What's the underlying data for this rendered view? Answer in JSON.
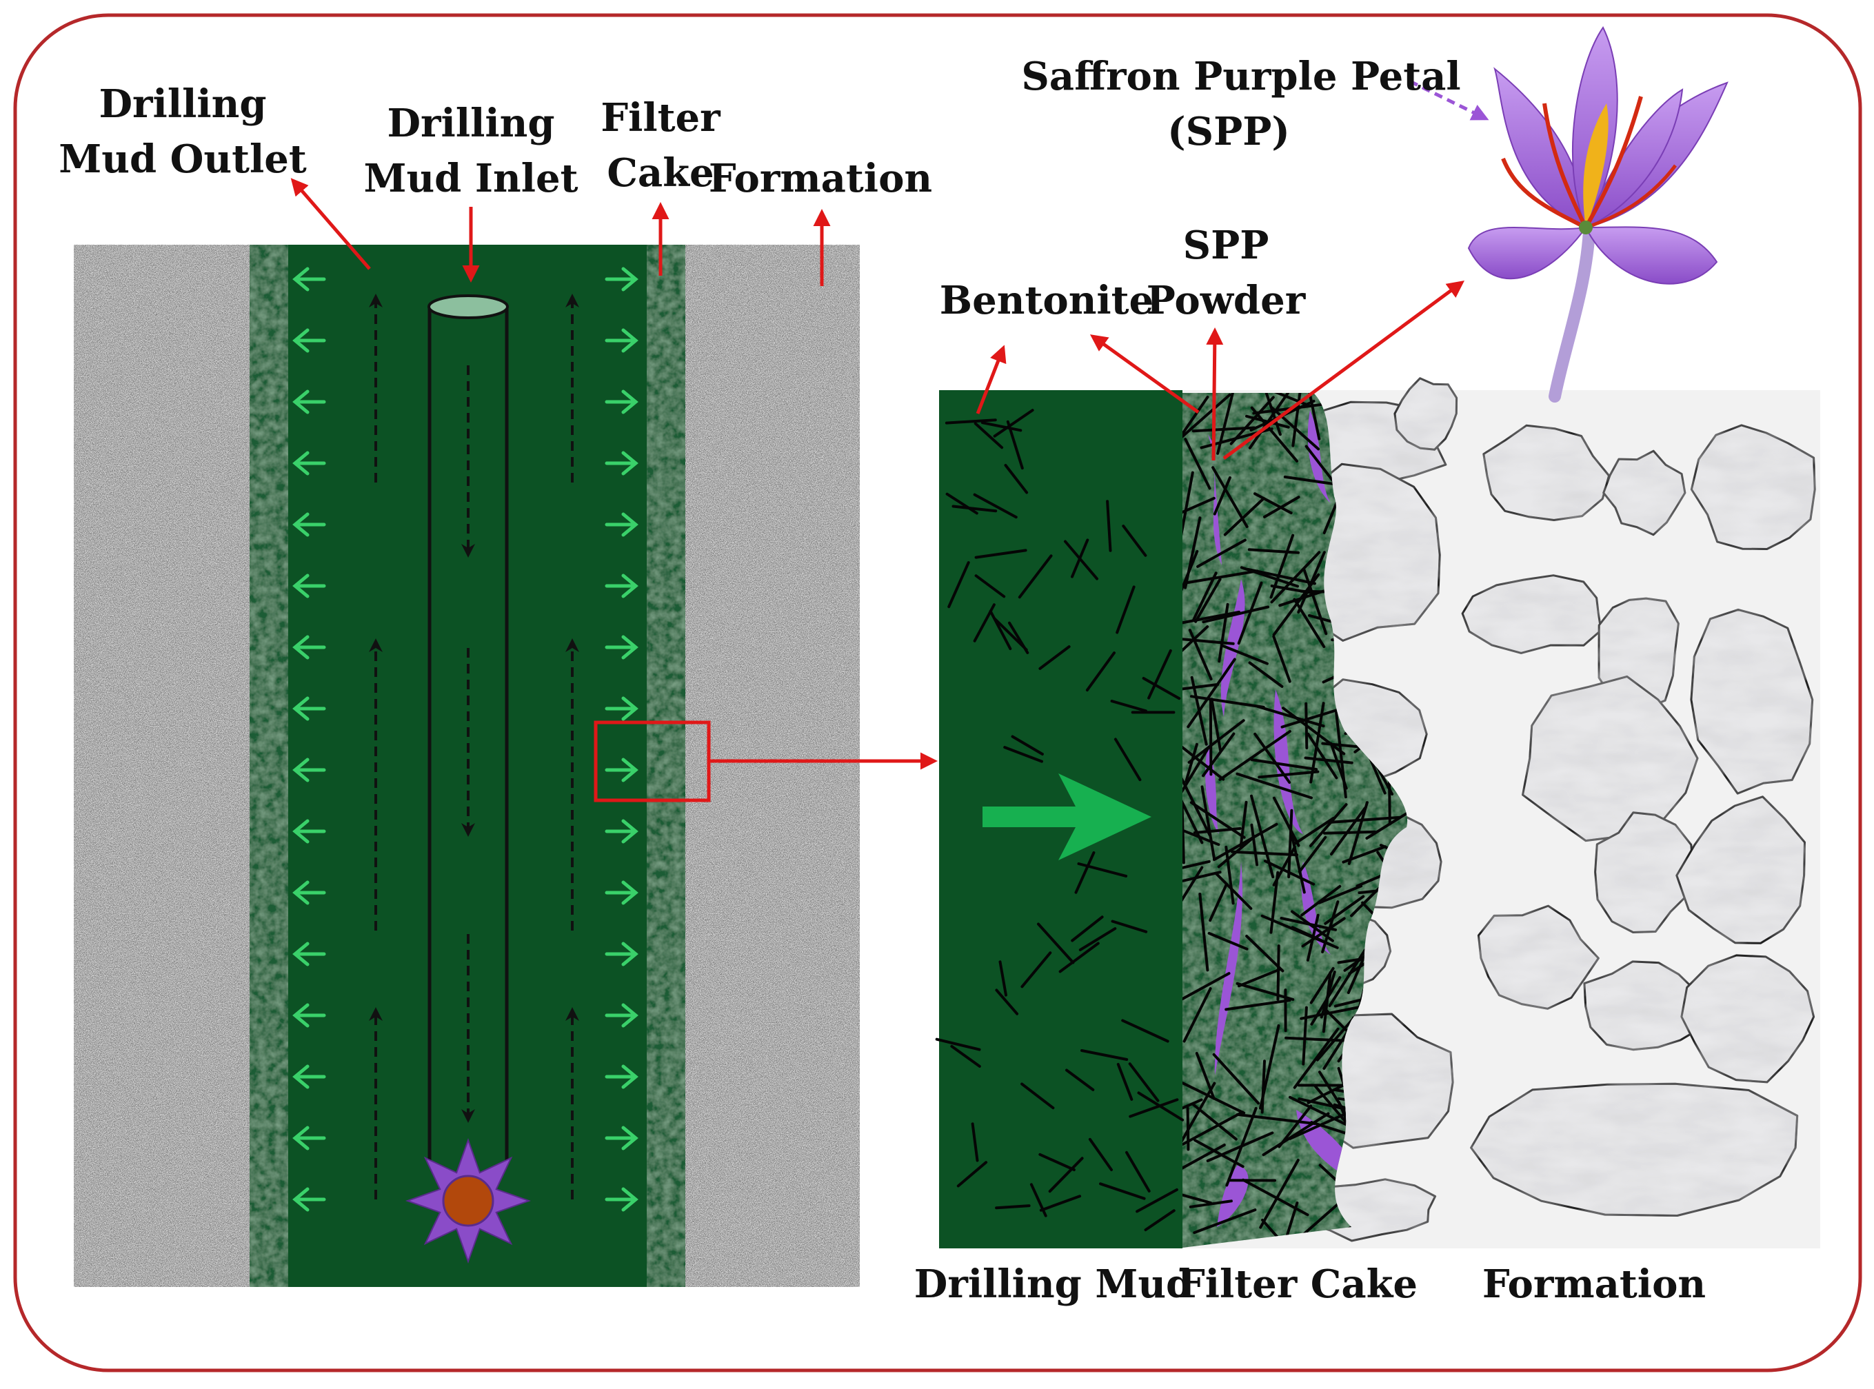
{
  "labels": {
    "outlet_line1": "Drilling",
    "outlet_line2": "Mud Outlet",
    "inlet_line1": "Drilling",
    "inlet_line2": "Mud Inlet",
    "filter_line1": "Filter",
    "filter_line2": "Cake",
    "formation_top": "Formation",
    "saffron_line1": "Saffron Purple Petal",
    "saffron_line2": "(SPP)",
    "bentonite": "Bentonite",
    "spp_line1": "SPP",
    "spp_line2": "Powder",
    "bottom_mud": "Drilling Mud",
    "bottom_cake": "Filter Cake",
    "bottom_formation": "Formation"
  },
  "colors": {
    "frame": "#b5282a",
    "mud": "#0c5224",
    "cake": "#1f5b34",
    "flow_arrow": "#3ad16a",
    "callout": "#e01818",
    "petal": "#9b55d6",
    "bit_core": "#b2480c",
    "rock_bg": "#f2f2f2"
  }
}
